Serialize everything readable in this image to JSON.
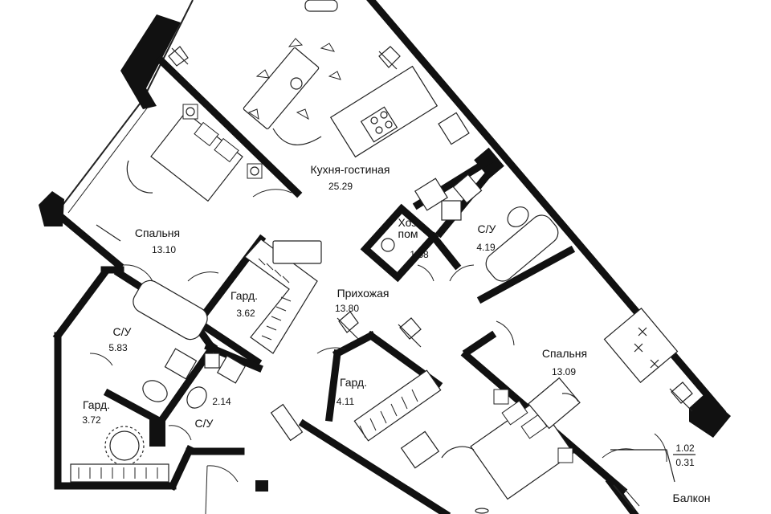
{
  "rooms": {
    "kitchen": {
      "name": "Кухня-гостиная",
      "area": "25.29"
    },
    "bedroom_left": {
      "name": "Спальня",
      "area": "13.10"
    },
    "storage": {
      "name_line1": "Хоз.",
      "name_line2": "пом",
      "area": "1.68"
    },
    "bath_right": {
      "name": "С/У",
      "area": "4.19"
    },
    "hallway": {
      "name": "Прихожая",
      "area": "13.80"
    },
    "wardrobe_center": {
      "name": "Гард.",
      "area": "3.62"
    },
    "bath_left": {
      "name": "С/У",
      "area": "5.83"
    },
    "wardrobe_left": {
      "name": "Гард.",
      "area": "3.72"
    },
    "bath_small": {
      "name": "С/У",
      "area": "2.14"
    },
    "wardrobe_lower": {
      "name": "Гард.",
      "area": "4.11"
    },
    "bedroom_right": {
      "name": "Спальня",
      "area": "13.09"
    },
    "balcony": {
      "name": "Балкон",
      "area_top": "1.02",
      "area_bottom": "0.31"
    }
  },
  "colors": {
    "wall": "#111111",
    "line": "#222222",
    "background": "#ffffff"
  }
}
